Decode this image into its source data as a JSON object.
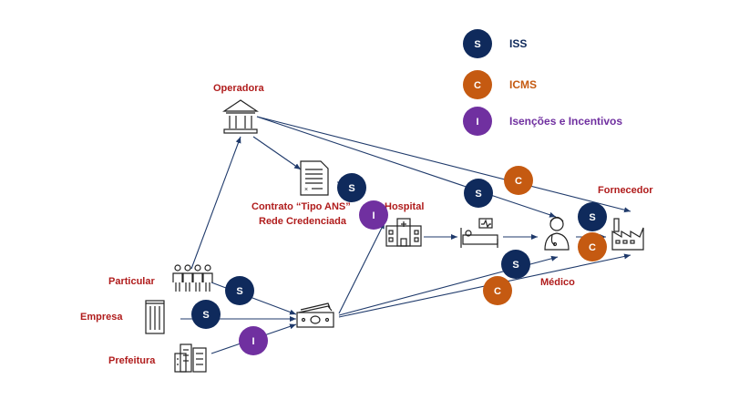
{
  "legend": [
    {
      "letter": "S",
      "label": "ISS",
      "color": "#0f2a5c"
    },
    {
      "letter": "C",
      "label": "ICMS",
      "color": "#c55a11"
    },
    {
      "letter": "I",
      "label": "Isenções e Incentivos",
      "color": "#7030a0"
    }
  ],
  "nodes": {
    "operadora": "Operadora",
    "contrato_line1": "Contrato “Tipo ANS”",
    "contrato_line2": "Rede Credenciada",
    "hospital": "Hospital",
    "fornecedor": "Fornecedor",
    "medico": "Médico",
    "particular": "Particular",
    "empresa": "Empresa",
    "prefeitura": "Prefeitura"
  },
  "badges": {
    "S": "S",
    "C": "C",
    "I": "I"
  },
  "colors": {
    "iss": "#0f2a5c",
    "icms": "#c55a11",
    "incentivos": "#7030a0",
    "label_red": "#b01c1c",
    "arrow": "#1f3a6b"
  },
  "icons": [
    "bank-icon",
    "contract-document-icon",
    "hospital-building-icon",
    "hospital-bed-icon",
    "doctor-icon",
    "factory-icon",
    "people-group-icon",
    "office-building-icon",
    "city-buildings-icon",
    "money-bill-icon"
  ]
}
